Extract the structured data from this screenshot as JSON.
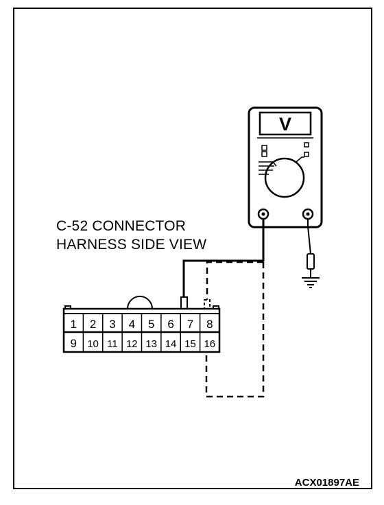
{
  "connector_label": {
    "line1": "C-52 CONNECTOR",
    "line2": "HARNESS SIDE VIEW"
  },
  "figure_id": "ACX01897AE",
  "meter": {
    "display": "V"
  },
  "connector": {
    "top_row": [
      "1",
      "2",
      "3",
      "4",
      "5",
      "6",
      "7",
      "8"
    ],
    "bottom_row": [
      "9",
      "10",
      "11",
      "12",
      "13",
      "14",
      "15",
      "16"
    ]
  }
}
